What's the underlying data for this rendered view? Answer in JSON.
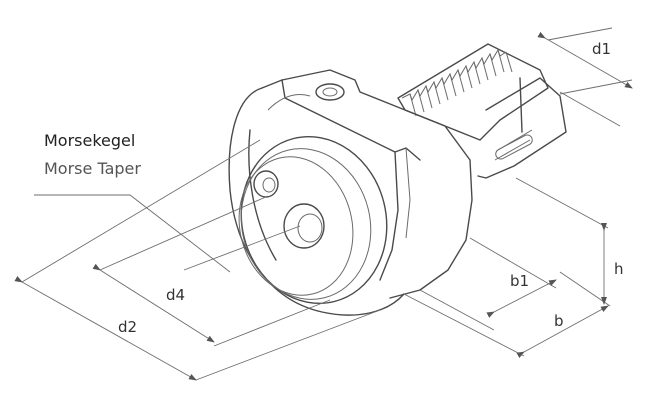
{
  "labels": {
    "title_de": "Morsekegel",
    "title_en": "Morse Taper",
    "d1": "d1",
    "d2": "d2",
    "d4": "d4",
    "h": "h",
    "b": "b",
    "b1": "b1"
  },
  "colors": {
    "line": "#4a4a4a",
    "dimension": "#6e6e6e",
    "background": "#ffffff"
  }
}
